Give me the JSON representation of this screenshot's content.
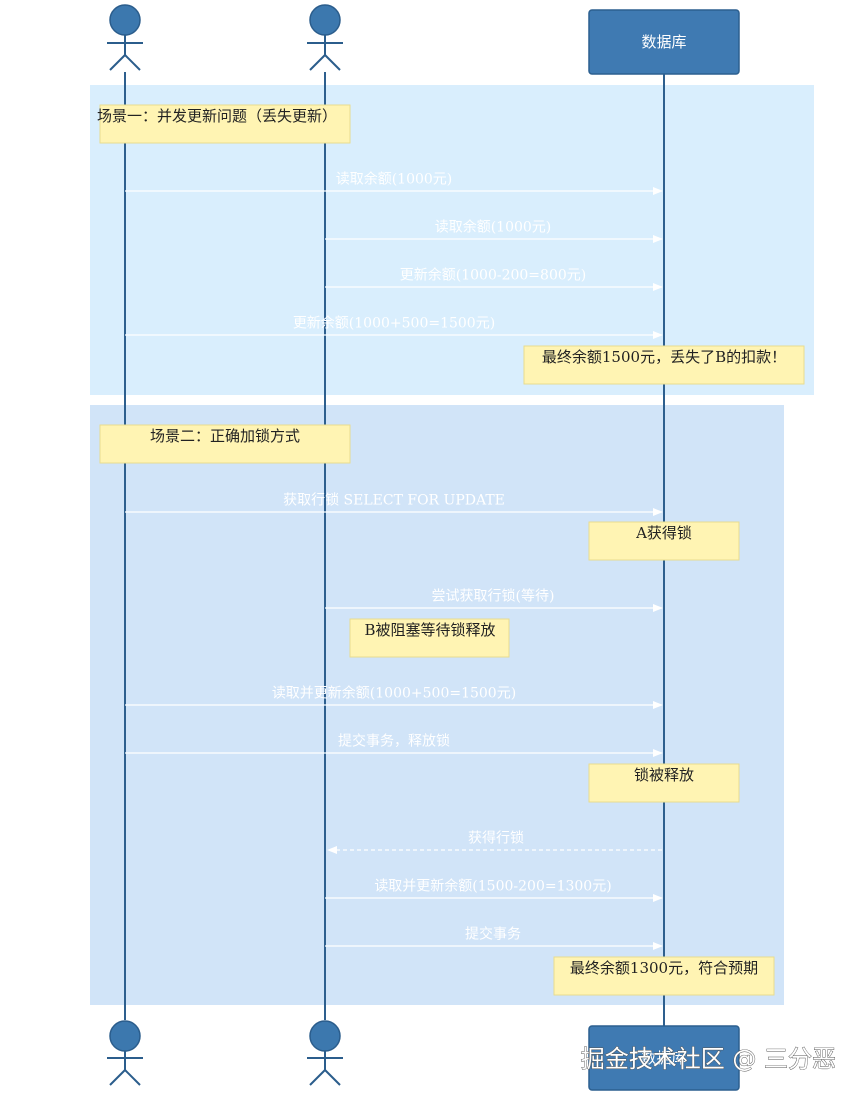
{
  "participants": {
    "db_label": "数据库"
  },
  "scene1": {
    "title": "场景一：并发更新问题（丢失更新）",
    "messages": [
      "读取余额(1000元)",
      "读取余额(1000元)",
      "更新余额(1000-200=800元)",
      "更新余额(1000+500=1500元)"
    ],
    "note_final": "最终余额1500元，丢失了B的扣款！"
  },
  "scene2": {
    "title": "场景二：正确加锁方式",
    "messages": [
      "获取行锁 SELECT FOR UPDATE",
      "尝试获取行锁(等待)",
      "读取并更新余额(1000+500=1500元)",
      "提交事务，释放锁",
      "获得行锁",
      "读取并更新余额(1500-200=1300元)",
      "提交事务"
    ],
    "note_lock_acquired": "A获得锁",
    "note_blocked": "B被阻塞等待锁释放",
    "note_released": "锁被释放",
    "note_final": "最终余额1300元，符合预期"
  },
  "watermark": "掘金技术社区 @ 三分恶",
  "colors": {
    "scene1_bg": "#d9eefd",
    "scene2_bg": "#d1e4f8",
    "note_fill": "#fff4b3",
    "note_border": "#e8dc8f",
    "lifeline": "#2e5f8e",
    "actor_fill": "#3c78ae",
    "db_box": "#3f7ab2",
    "arrow": "#ffffff"
  }
}
